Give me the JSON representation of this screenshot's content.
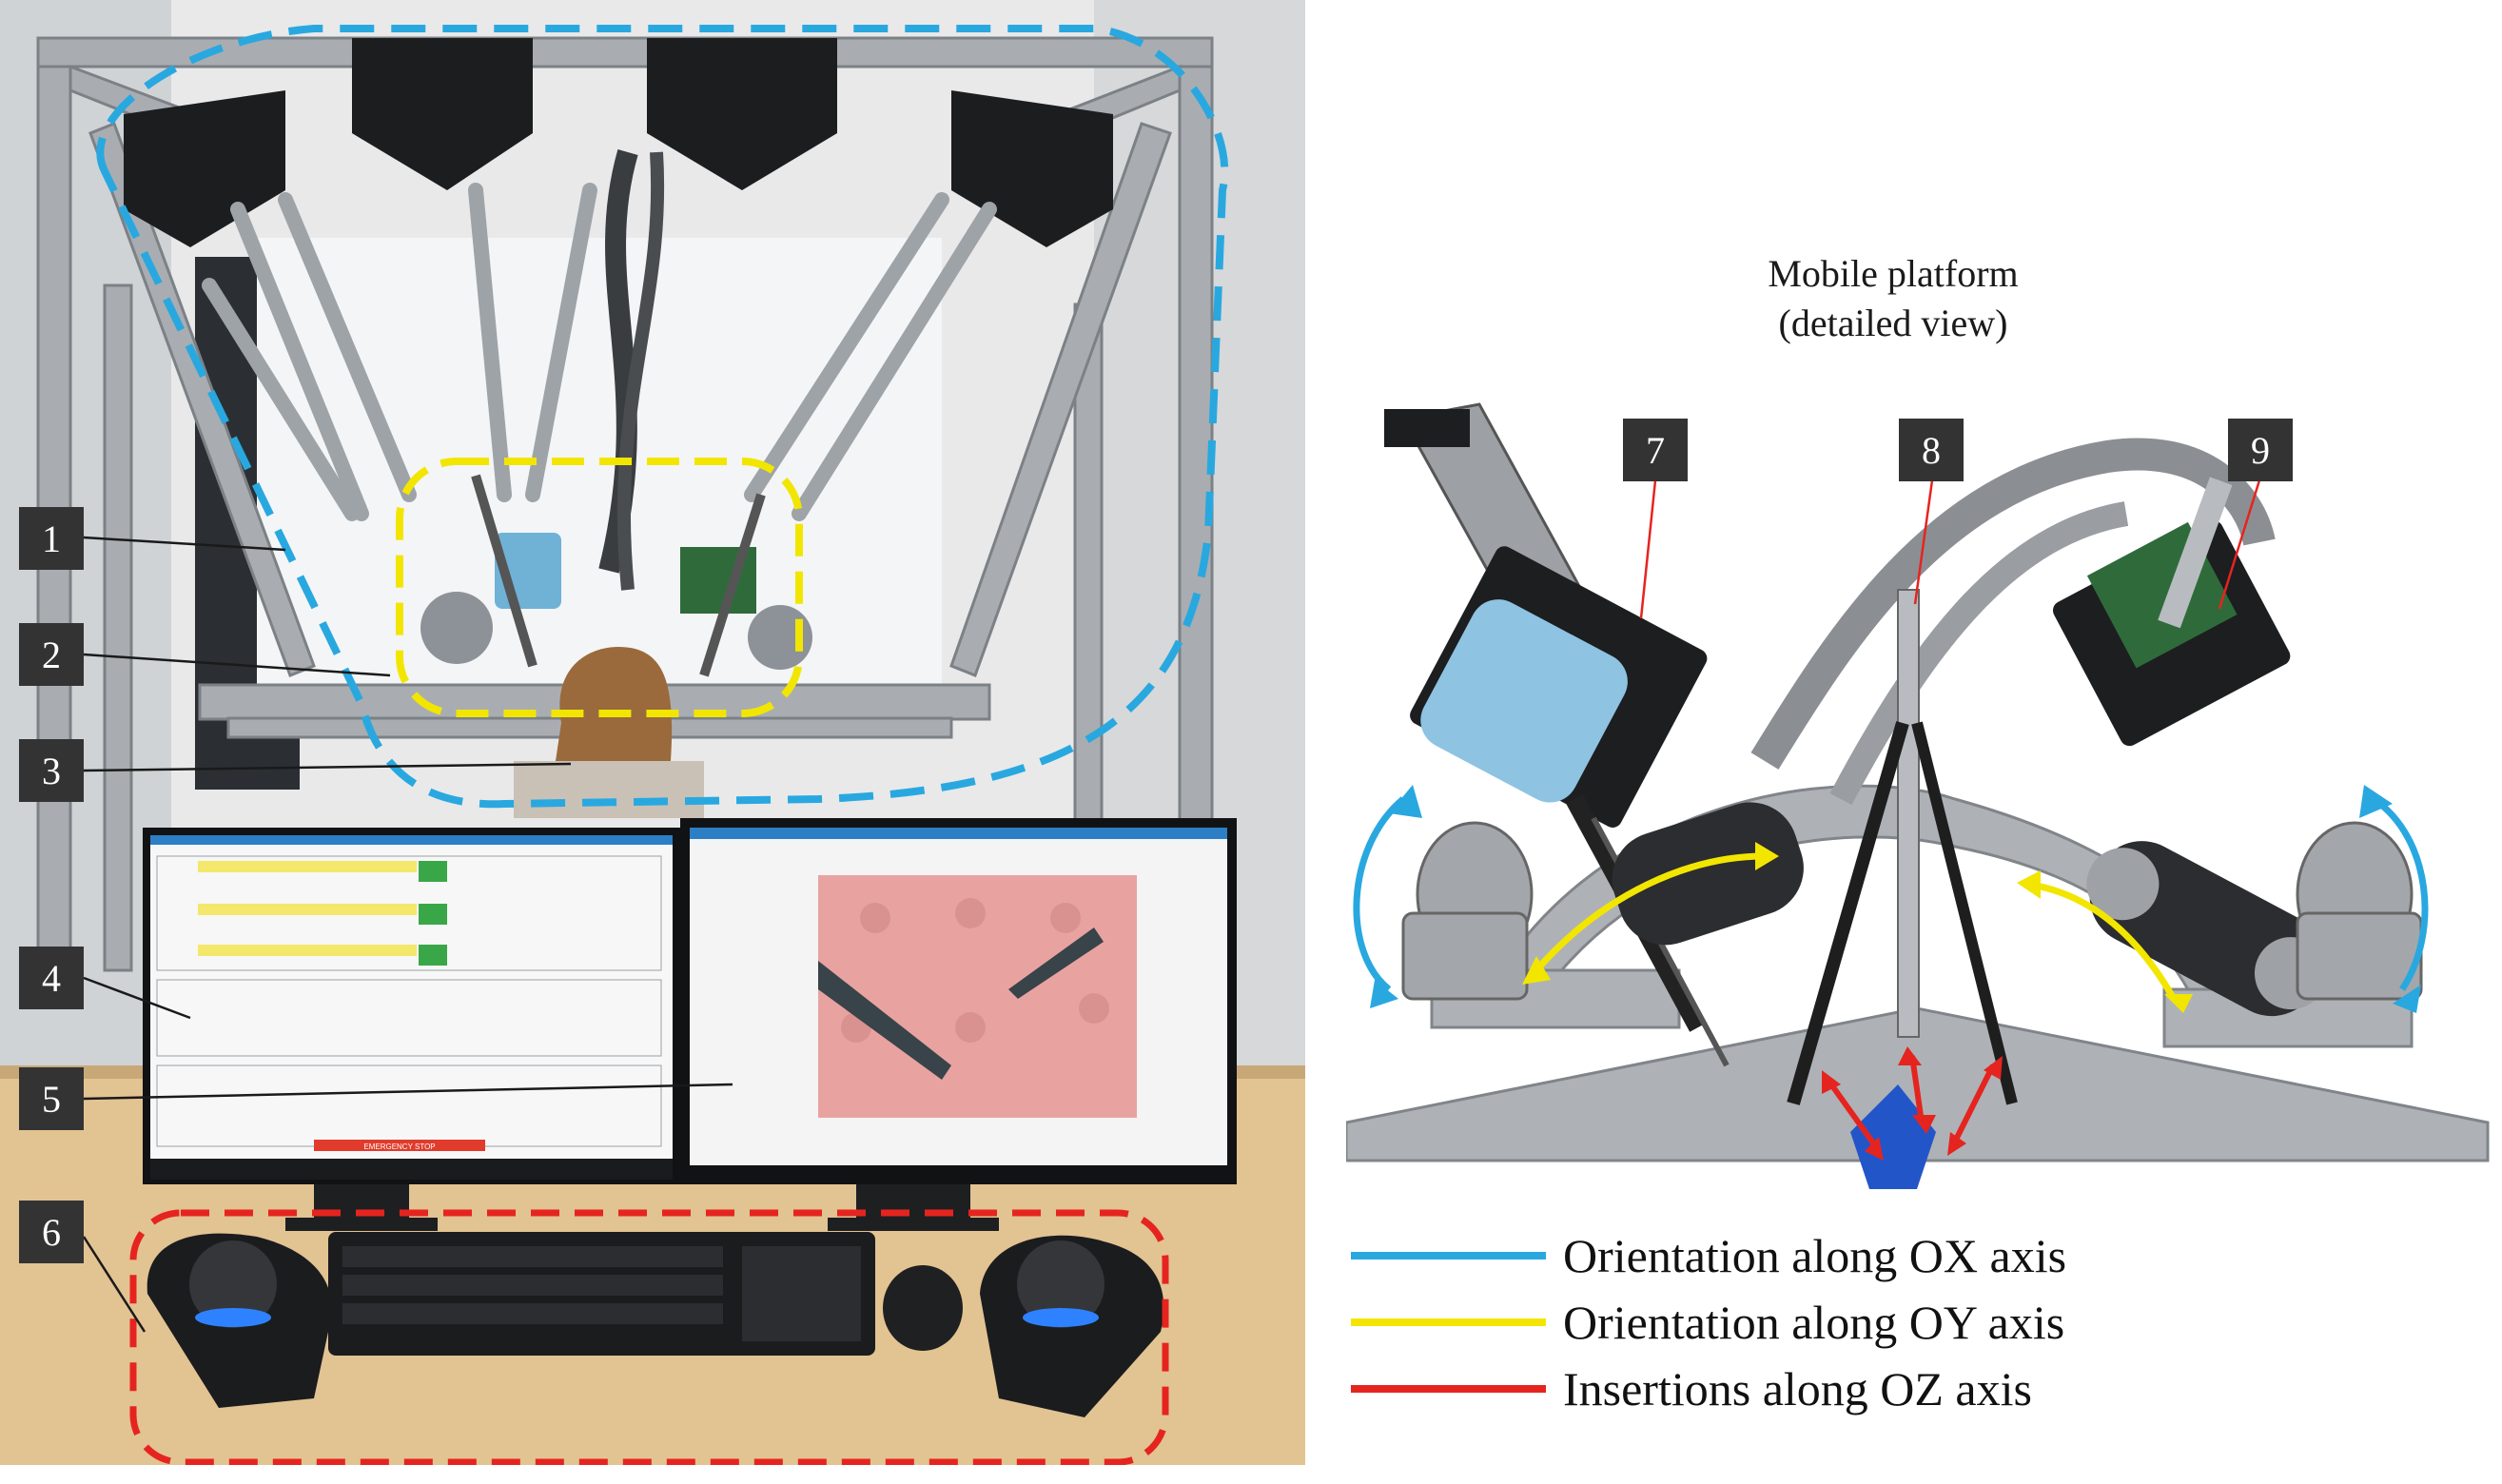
{
  "figure": {
    "detail_title_line1": "Mobile platform",
    "detail_title_line2": "(detailed view)"
  },
  "callouts": [
    {
      "label": "1"
    },
    {
      "label": "2"
    },
    {
      "label": "3"
    },
    {
      "label": "4"
    },
    {
      "label": "5"
    },
    {
      "label": "6"
    },
    {
      "label": "7"
    },
    {
      "label": "8"
    },
    {
      "label": "9"
    }
  ],
  "legend": [
    {
      "text": "Orientation along OX axis",
      "color": "#29a8e0"
    },
    {
      "text": "Orientation along OY axis",
      "color": "#f2e600"
    },
    {
      "text": "Insertions along OZ axis",
      "color": "#e52420"
    }
  ],
  "colors": {
    "blue_outline": "#29a8e0",
    "yellow_outline": "#f2e600",
    "red_outline": "#e52420",
    "label_box": "#333333"
  },
  "screen_left": {
    "emergency_label": "EMERGENCY STOP"
  }
}
